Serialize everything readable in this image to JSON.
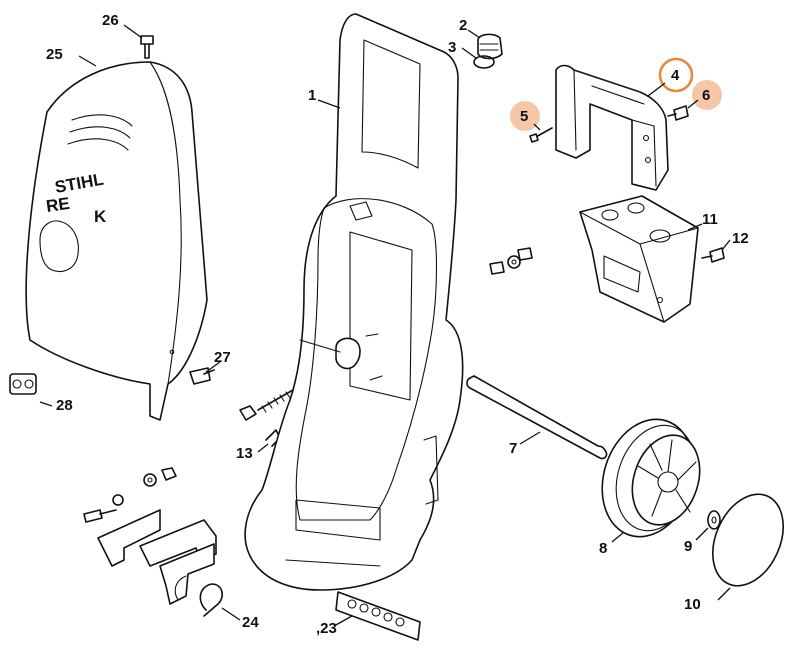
{
  "diagram": {
    "callouts": [
      {
        "id": "1",
        "label": "1"
      },
      {
        "id": "2",
        "label": "2"
      },
      {
        "id": "3",
        "label": "3"
      },
      {
        "id": "4",
        "label": "4",
        "highlight": "ring"
      },
      {
        "id": "5",
        "label": "5",
        "highlight": "dot"
      },
      {
        "id": "6",
        "label": "6",
        "highlight": "dot"
      },
      {
        "id": "7",
        "label": "7"
      },
      {
        "id": "8",
        "label": "8"
      },
      {
        "id": "9",
        "label": "9"
      },
      {
        "id": "10",
        "label": "10"
      },
      {
        "id": "11",
        "label": "11"
      },
      {
        "id": "12",
        "label": "12"
      },
      {
        "id": "13",
        "label": "13"
      },
      {
        "id": "23",
        "label": ",23"
      },
      {
        "id": "24",
        "label": "24"
      },
      {
        "id": "25",
        "label": "25"
      },
      {
        "id": "26",
        "label": "26"
      },
      {
        "id": "27",
        "label": "27"
      },
      {
        "id": "28",
        "label": "28"
      }
    ],
    "cover_text": {
      "brand": "STIHL",
      "model_a": "RE",
      "model_b": "K"
    },
    "colors": {
      "ring": "#e8873a",
      "dot": "#f6c7a6",
      "line": "#111111"
    }
  }
}
